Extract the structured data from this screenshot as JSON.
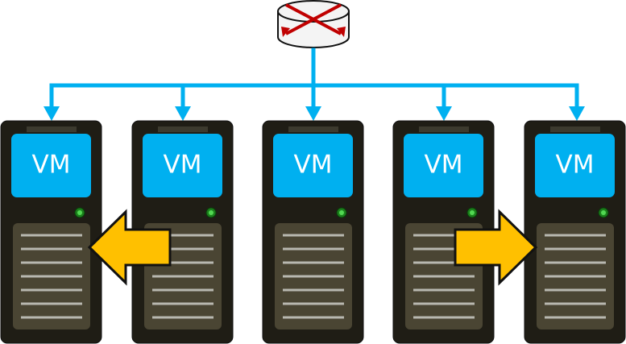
{
  "colors": {
    "network": "#00b0f0",
    "server_body": "#1e1c14",
    "server_panel": "#4b4634",
    "vent_line": "#b8b8b0",
    "vm_fill": "#00b0f0",
    "led": "#22aa22",
    "migration_arrow": "#ffc000",
    "router_top": "#f0f0f0",
    "router_arrows": "#c00000"
  },
  "icons": {
    "router": "router-icon",
    "migration_left": "migration-arrow-left-icon",
    "migration_right": "migration-arrow-right-icon"
  },
  "servers": [
    {
      "vm_label": "VM"
    },
    {
      "vm_label": "VM"
    },
    {
      "vm_label": "VM"
    },
    {
      "vm_label": "VM"
    },
    {
      "vm_label": "VM"
    }
  ]
}
